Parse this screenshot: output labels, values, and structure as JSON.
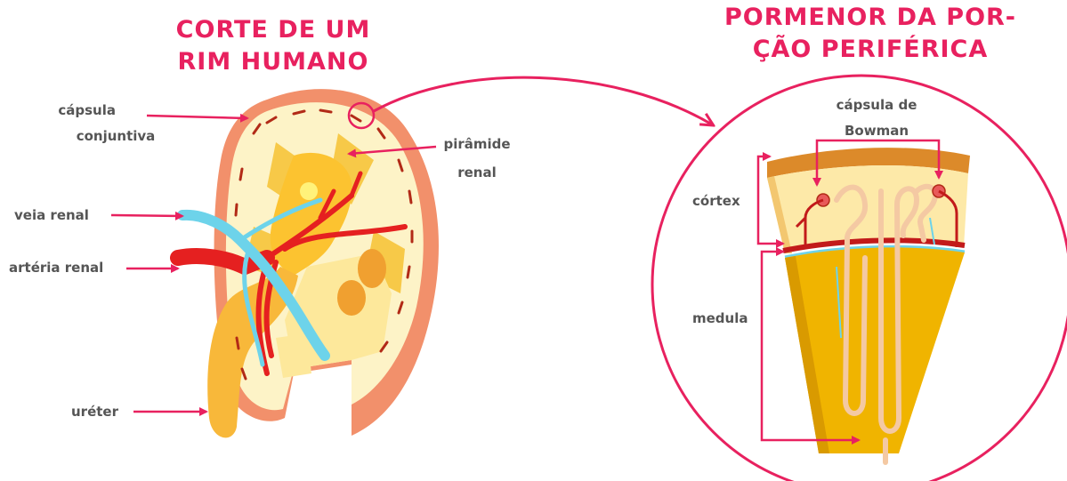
{
  "left_title": [
    "CORTE DE UM",
    "RIM HUMANO"
  ],
  "right_title": [
    "PORMENOR DA POR-",
    "ÇÃO PERIFÉRICA"
  ],
  "labels": {
    "capsula_conjuntiva": [
      "cápsula",
      "conjuntiva"
    ],
    "piramide_renal": [
      "pirâmide",
      "renal"
    ],
    "veia_renal": "veia renal",
    "arteria_renal": "artéria renal",
    "ureter": "uréter",
    "capsula_bowman": [
      "cápsula de",
      "Bowman"
    ],
    "cortex": "córtex",
    "medula": "medula"
  },
  "colors": {
    "accent": "#e8215f",
    "label": "#555555",
    "kidney_outer": "#f2906b",
    "cortex": "#fdf3c7",
    "medulla": "#f0b400",
    "pelvis": "#fcc330",
    "artery": "#e52020",
    "vein": "#6dd3ea"
  }
}
